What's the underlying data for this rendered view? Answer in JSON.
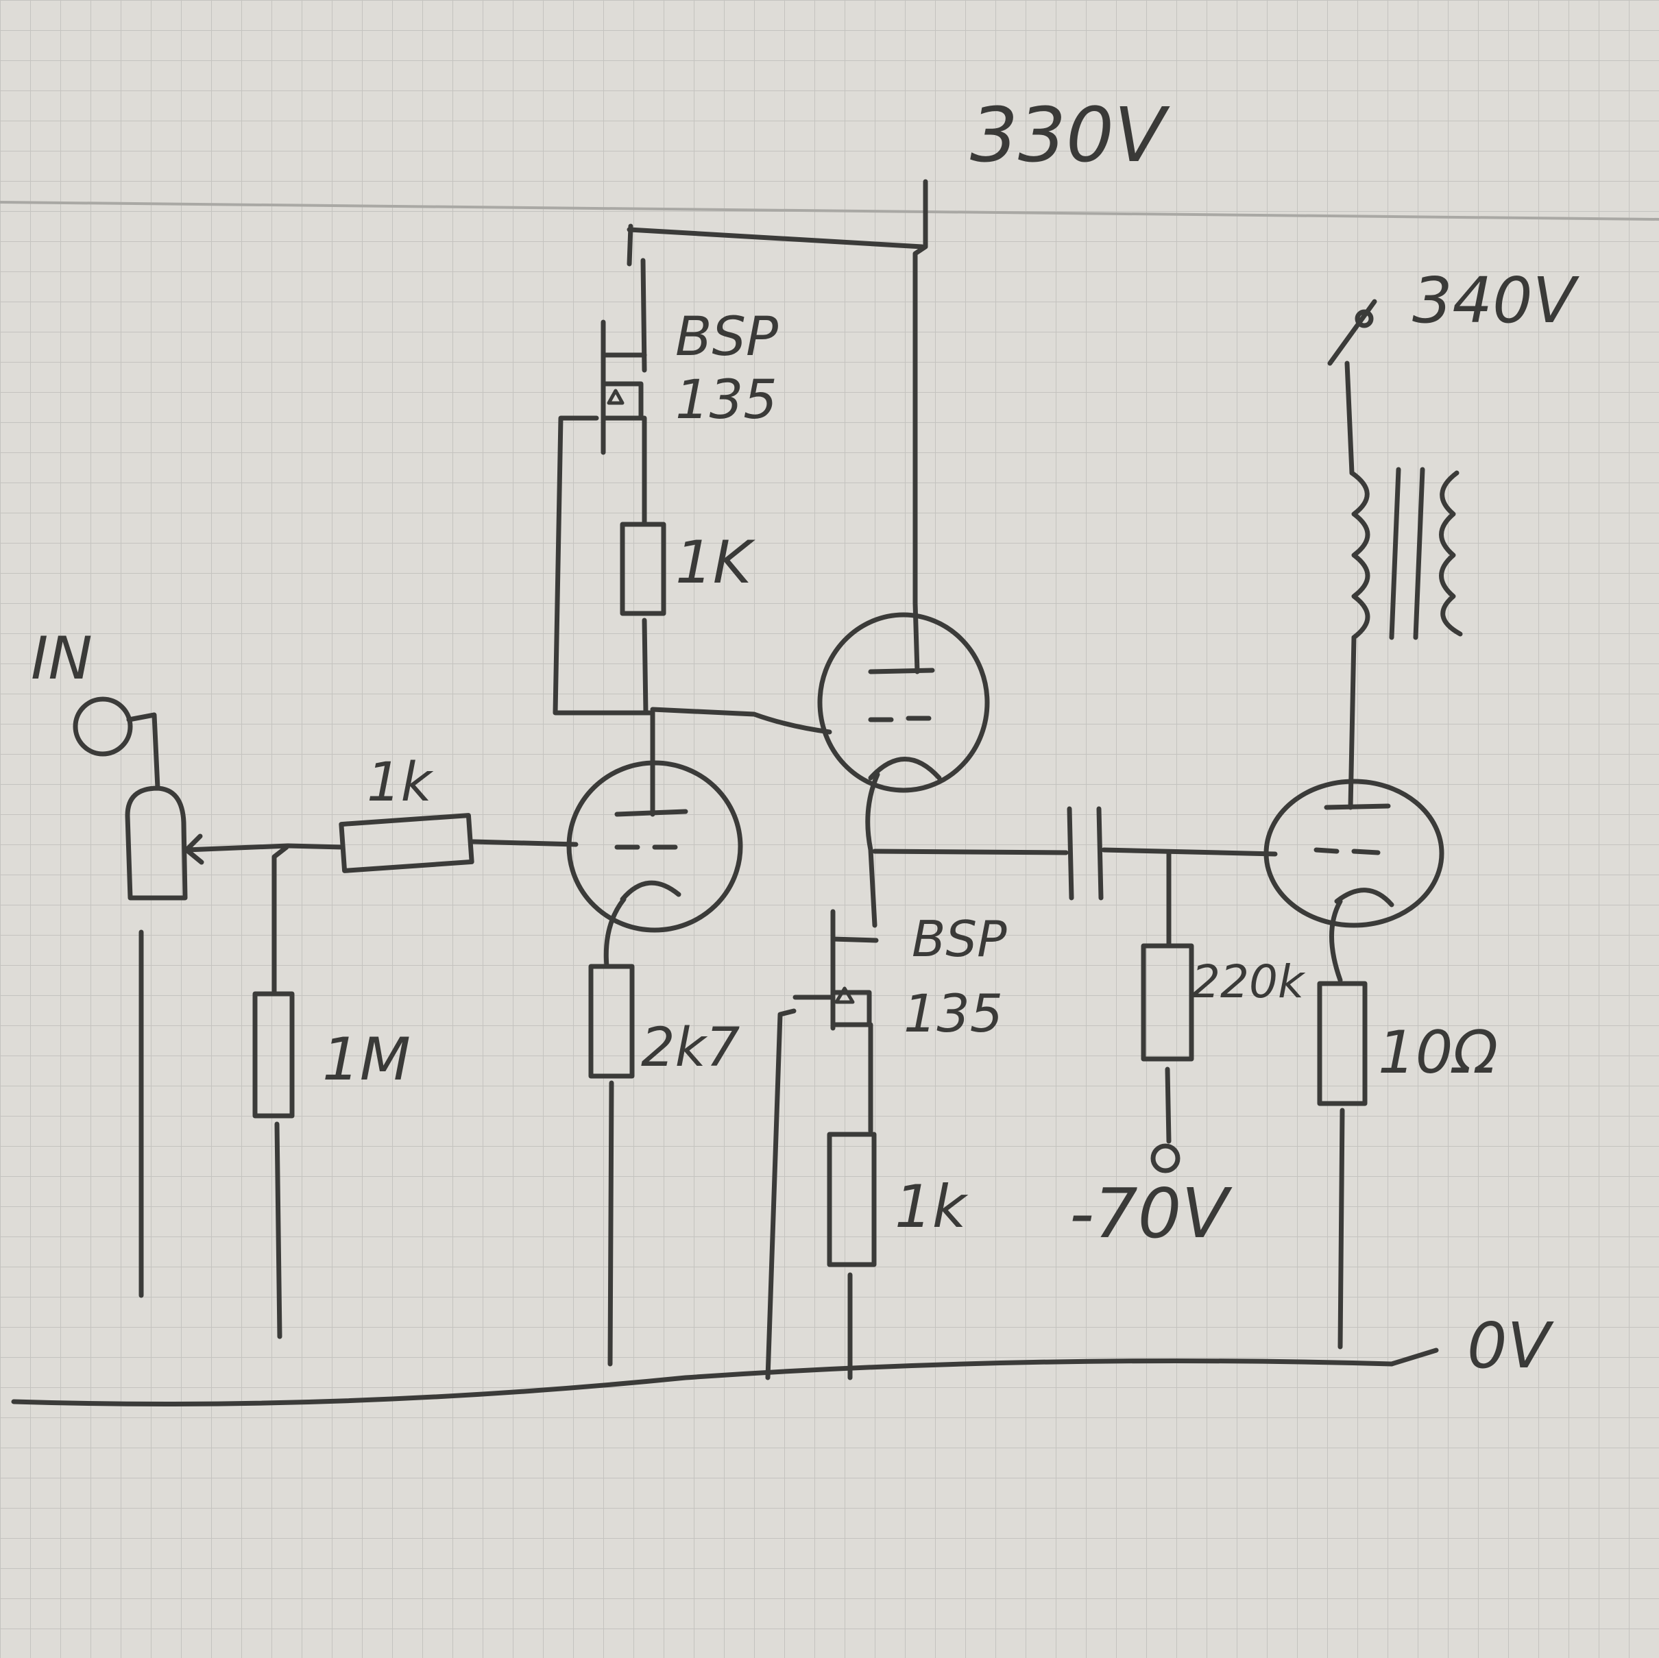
{
  "paper": {
    "background": "#dedcd7",
    "grid_color": "#c4c3bf",
    "ruled_line_color": "#a9a8a4",
    "ink_color": "#3b3b39"
  },
  "labels": {
    "input": "IN",
    "supply_main": "330V",
    "supply_output": "340V",
    "ground": "0V",
    "negative_bias": "-70V",
    "mosfet_top_line1": "BSP",
    "mosfet_top_line2": "135",
    "mosfet_bottom_line1": "BSP",
    "mosfet_bottom_line2": "135",
    "resistor_input_series": "1k",
    "resistor_grid_leak": "1M",
    "resistor_cathode_first": "2k7",
    "resistor_top_source": "1K",
    "resistor_bottom_source": "1k",
    "resistor_bias_grid": "220k",
    "resistor_output_cathode": "10Ω"
  }
}
